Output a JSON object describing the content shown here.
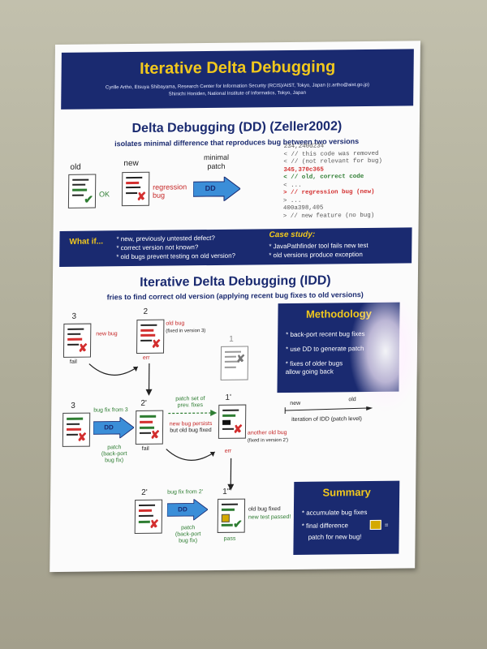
{
  "poster": {
    "title": "Iterative Delta Debugging",
    "authors1": "Cyrille Artho, Etsuya Shibayama, Research Center for Information Security (RCIS)/AIST, Tokyo, Japan (c.artho@aist.go.jp)",
    "authors2": "Shinichi Honiden, National Institute of Informatics, Tokyo, Japan",
    "dd_title": "Delta Debugging (DD) (Zeller2002)",
    "dd_subtitle": "isolates minimal difference that reproduces bug between two versions",
    "old_label": "old",
    "new_label": "new",
    "minimal_patch_label1": "minimal",
    "minimal_patch_label2": "patch",
    "ok_label": "OK",
    "regression_label1": "regression",
    "regression_label2": "bug",
    "dd_box_label": "DD",
    "code_lines": [
      {
        "t": "234,240d234",
        "c": ""
      },
      {
        "t": "< // this code was removed",
        "c": ""
      },
      {
        "t": "< // (not relevant for bug)",
        "c": ""
      },
      {
        "t": "345,370c365",
        "c": "r"
      },
      {
        "t": "< // old, correct code",
        "c": "g"
      },
      {
        "t": "< ...",
        "c": ""
      },
      {
        "t": "> // regression bug (new)",
        "c": "r"
      },
      {
        "t": "> ...",
        "c": ""
      },
      {
        "t": "400a398,405",
        "c": ""
      },
      {
        "t": "> // new feature (no bug)",
        "c": ""
      }
    ],
    "whatif_title": "What if...",
    "whatif_items": [
      "* new, previously untested defect?",
      "* correct version not known?",
      "* old bugs prevent testing on old version?"
    ],
    "case_title": "Case study:",
    "case_items": [
      "* JavaPathfinder tool fails new test",
      "* old versions produce exception"
    ],
    "idd_title": "Iterative Delta Debugging (IDD)",
    "idd_subtitle": "fries to find correct old version (applying recent bug fixes to old versions)",
    "v3": "3",
    "v2": "2",
    "v1": "1",
    "v2p": "2'",
    "v1p": "1'",
    "v1pp": "1''",
    "new_bug": "new bug",
    "fail": "fail",
    "old_bug": "old bug",
    "fixed_v3": "(fixed in version 3)",
    "err": "err",
    "bug_fix_from_3": "bug fix from 3",
    "patch_backport": [
      "patch",
      "(back-port",
      "bug fix)"
    ],
    "patch_set": [
      "patch set of",
      "prev. fixes"
    ],
    "new_bug_persists": [
      "new bug persists",
      "but old bug fixed"
    ],
    "another_old_bug": "another old bug",
    "fixed_v2p": "(fixed in version 2')",
    "bug_fix_from_2p": "bug fix from 2'",
    "old_bug_fixed": "old bug fixed",
    "new_test_passed": "new test passed!",
    "pass": "pass",
    "axis_new": "new",
    "axis_old": "old",
    "axis_caption": "iteration of IDD (patch level)",
    "method_title": "Methodology",
    "method_items": [
      "* back-port recent bug fixes",
      "* use DD to generate patch",
      "* fixes of older bugs",
      "  allow going back"
    ],
    "summary_title": "Summary",
    "summary_items": [
      "* accumulate bug fixes",
      "* final difference",
      "patch for new bug!"
    ],
    "equals": "="
  },
  "colors": {
    "navy": "#1a2a70",
    "yellow": "#f1c81d",
    "red": "#d32f2f",
    "green": "#2e7d32",
    "arrow": "#3b8ed8"
  }
}
